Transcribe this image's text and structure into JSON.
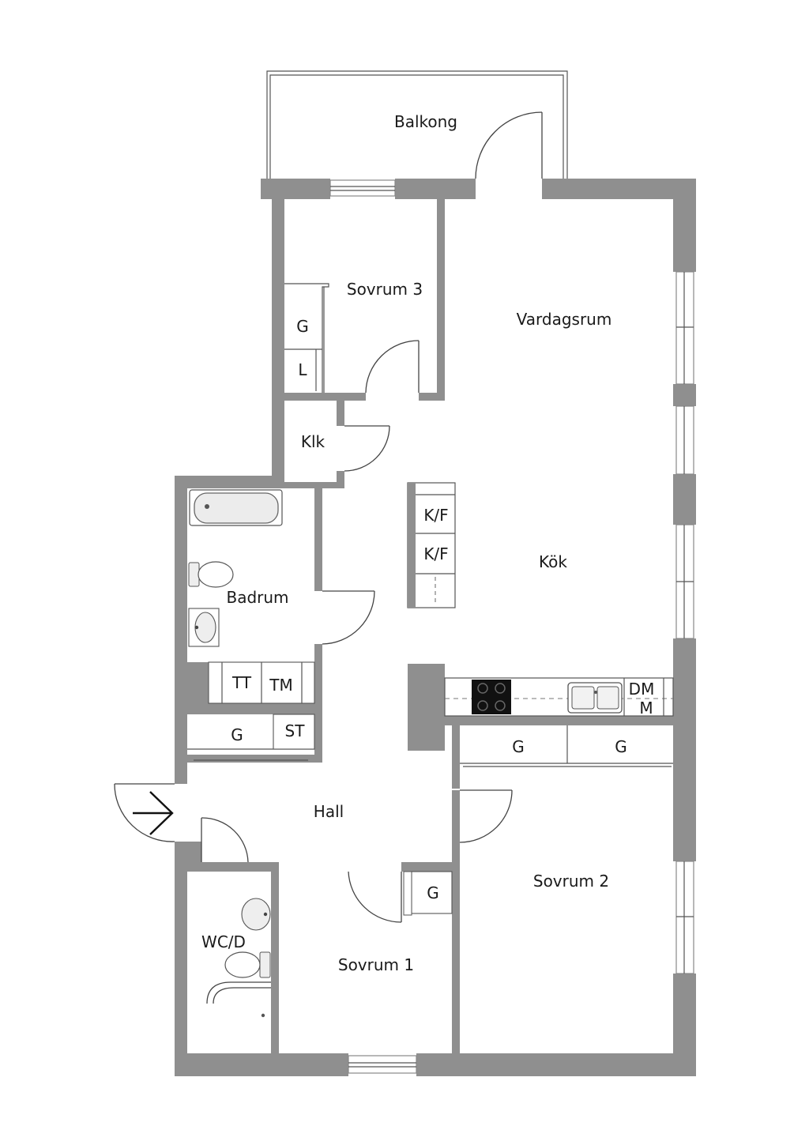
{
  "rooms": {
    "balkong": "Balkong",
    "sovrum3": "Sovrum 3",
    "vardagsrum": "Vardagsrum",
    "klk": "Klk",
    "kok": "Kök",
    "badrum": "Badrum",
    "hall": "Hall",
    "wcd": "WC/D",
    "sovrum1": "Sovrum 1",
    "sovrum2": "Sovrum 2"
  },
  "fixtures": {
    "g_sovrum3": "G",
    "l_sovrum3": "L",
    "kf_1": "K/F",
    "kf_2": "K/F",
    "tt": "TT",
    "tm": "TM",
    "g_hall": "G",
    "st": "ST",
    "g_kitchen_1": "G",
    "g_kitchen_2": "G",
    "dm": "DM",
    "m": "M",
    "g_sovrum1": "G"
  },
  "colors": {
    "wall": "#8f8f8f",
    "background": "#ffffff"
  }
}
